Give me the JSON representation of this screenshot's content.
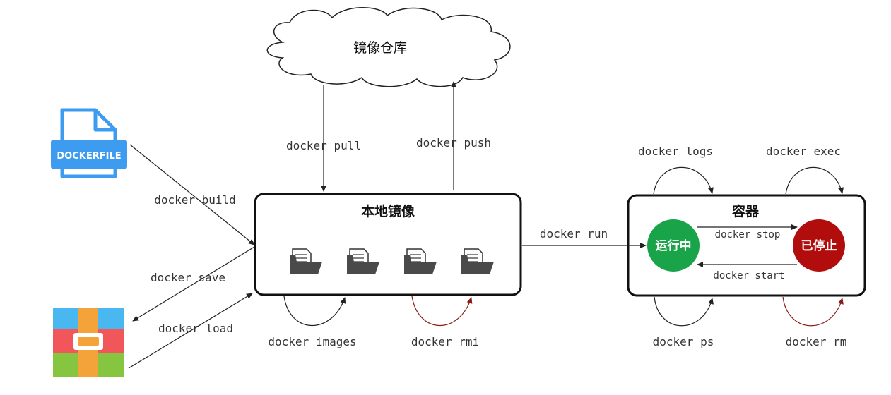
{
  "cloud": {
    "label": "镜像仓库"
  },
  "dockerfile_icon": {
    "label": "DOCKERFILE",
    "color": "#3d9cf0"
  },
  "local_images": {
    "title": "本地镜像"
  },
  "container": {
    "title": "容器",
    "running": {
      "label": "运行中",
      "color": "#1aa44a"
    },
    "stopped": {
      "label": "已停止",
      "color": "#b20d0d"
    }
  },
  "commands": {
    "pull": "docker pull",
    "push": "docker push",
    "build": "docker build",
    "save": "docker save",
    "load": "docker load",
    "images": "docker images",
    "rmi": "docker rmi",
    "run": "docker run",
    "logs": "docker logs",
    "exec": "docker exec",
    "stop": "docker stop",
    "start": "docker start",
    "ps": "docker ps",
    "rm": "docker rm"
  },
  "archive_icon": {
    "icon": "archive-icon",
    "colors": [
      "#4ab8f0",
      "#f0565a",
      "#86c540",
      "#f4a23a"
    ]
  },
  "folder_icons": [
    "folder-icon",
    "folder-icon",
    "folder-icon",
    "folder-icon"
  ]
}
